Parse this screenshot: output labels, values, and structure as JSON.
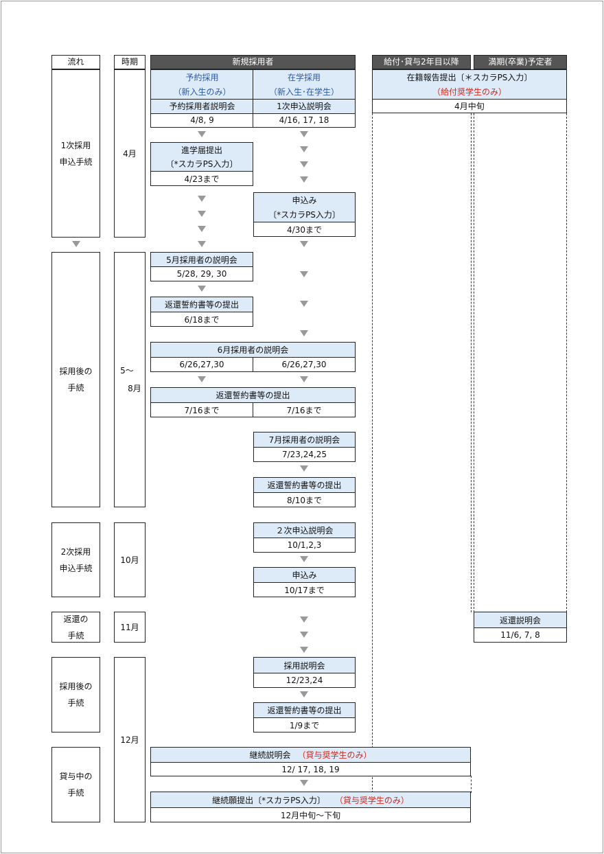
{
  "headers": {
    "flow": "流れ",
    "period": "時期",
    "new": "新規採用者",
    "second_year": "給付･貸与2年目以降",
    "graduating": "満期(卒業)予定者"
  },
  "left_col": {
    "stage1": [
      "1次採用",
      "申込手続"
    ],
    "stage2": [
      "採用後の",
      "手続"
    ],
    "stage3": [
      "2次採用",
      "申込手続"
    ],
    "stage4": [
      "返還の",
      "手続"
    ],
    "stage5": [
      "採用後の",
      "手続"
    ],
    "stage6": [
      "貸与中の",
      "手続"
    ]
  },
  "period_col": {
    "p1": "4月",
    "p2a": "5～",
    "p2b": "8月",
    "p3": "10月",
    "p4": "11月",
    "p5": "12月"
  },
  "yoyaku": {
    "title": "予約採用",
    "sub": "（新入生のみ）",
    "event1": "予約採用者説明会",
    "date1": "4/8, 9",
    "event2a": "進学届提出",
    "event2b": "〔*スカラPS入力〕",
    "date2": "4/23まで"
  },
  "zaigaku": {
    "title": "在学採用",
    "sub": "（新入生･在学生）",
    "event1": "1次申込説明会",
    "date1": "4/16, 17, 18",
    "event2a": "申込み",
    "event2b": "〔*スカラPS入力〕",
    "date2": "4/30まで"
  },
  "second_year_box": {
    "line1": "在籍報告提出〔＊スカラPS入力〕",
    "line2": "（給付奨学生のみ）",
    "date": "4月中旬"
  },
  "may": {
    "event": "5月採用者の説明会",
    "date": "5/28, 29, 30",
    "submit": "返還誓約書等の提出",
    "submit_date": "6/18まで"
  },
  "june": {
    "event": "6月採用者の説明会",
    "date_left": "6/26,27,30",
    "date_right": "6/26,27,30",
    "submit": "返還誓約書等の提出",
    "submit_left": "7/16まで",
    "submit_right": "7/16まで"
  },
  "july": {
    "event": "7月採用者の説明会",
    "date": "7/23,24,25",
    "submit": "返還誓約書等の提出",
    "submit_date": "8/10まで"
  },
  "october": {
    "event": "２次申込説明会",
    "date": "10/1,2,3",
    "apply": "申込み",
    "apply_date": "10/17まで"
  },
  "november": {
    "event": "返還説明会",
    "date": "11/6, 7, 8"
  },
  "december": {
    "event": "採用説明会",
    "date": "12/23,24",
    "submit": "返還誓約書等の提出",
    "submit_date": "1/9まで",
    "cont_event": "継続説明会",
    "cont_note": "（貸与奨学生のみ）",
    "cont_date": "12/ 17, 18, 19",
    "renew_event": "継続願提出〔*スカラPS入力〕",
    "renew_note": "（貸与奨学生のみ）",
    "renew_date": "12月中旬～下旬"
  },
  "colors": {
    "header_dark": "#555555",
    "box_blue": "#ddeaf8",
    "note_red": "#d02a1e",
    "title_blue": "#2e5aa8",
    "arrow_gray": "#999999"
  }
}
